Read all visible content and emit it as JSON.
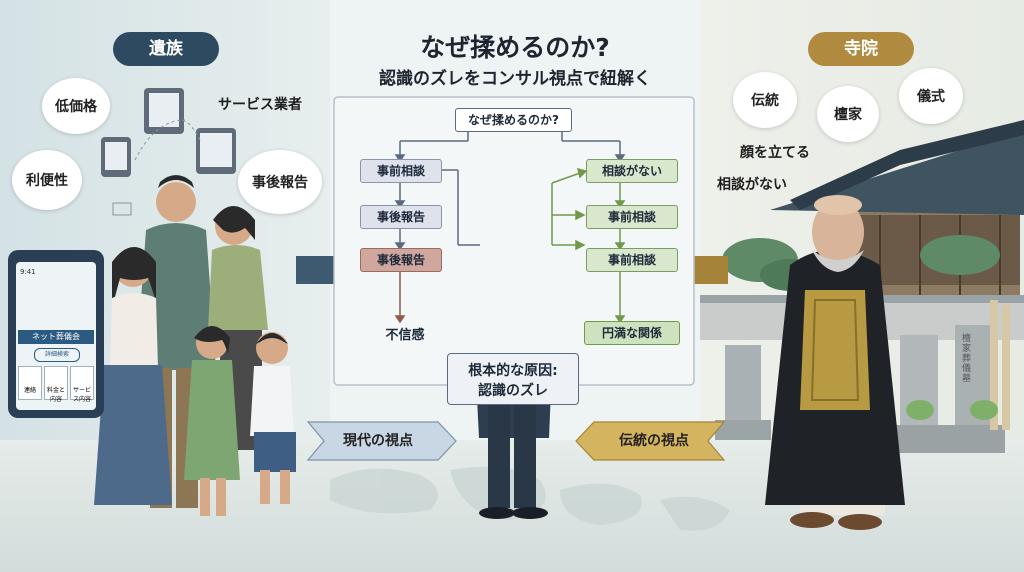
{
  "left_panel": {
    "label": "遺族",
    "bubbles": [
      "低価格",
      "利便性",
      "事後報告"
    ],
    "tag": "サービス業者",
    "phone": {
      "status": "9:41",
      "title": "ネット葬儀会",
      "button": "詳細検索",
      "tiles": [
        "連絡",
        "料金と内容",
        "サービス内容"
      ]
    }
  },
  "right_panel": {
    "label": "寺院",
    "bubbles": [
      "伝統",
      "檀家",
      "儀式"
    ],
    "words": [
      "顔を立てる",
      "相談がない"
    ],
    "gravestone_text": "檀家葬儀墓"
  },
  "title": {
    "main": "なぜ揉めるのか?",
    "sub": "認識のズレをコンサル視点で紐解く"
  },
  "flow": {
    "top": "なぜ揉めるのか?",
    "left": [
      "事前相談",
      "事後報告",
      "事後報告"
    ],
    "left_result": "不信感",
    "right": [
      "相談がない",
      "事前相談",
      "事前相談"
    ],
    "right_result": "円満な関係",
    "root_cause": [
      "根本的な原因:",
      "認識のズレ"
    ]
  },
  "arrows": {
    "left": "現代の視点",
    "right": "伝統の視点"
  },
  "colors": {
    "left_pill": "#2d4a60",
    "right_pill": "#b08a3e",
    "left_arrow": "#3d5a70",
    "right_arrow": "#a58439",
    "flow_line": "#5b6a80",
    "green_line": "#6f9a4a",
    "brown_line": "#8c5a4a"
  }
}
